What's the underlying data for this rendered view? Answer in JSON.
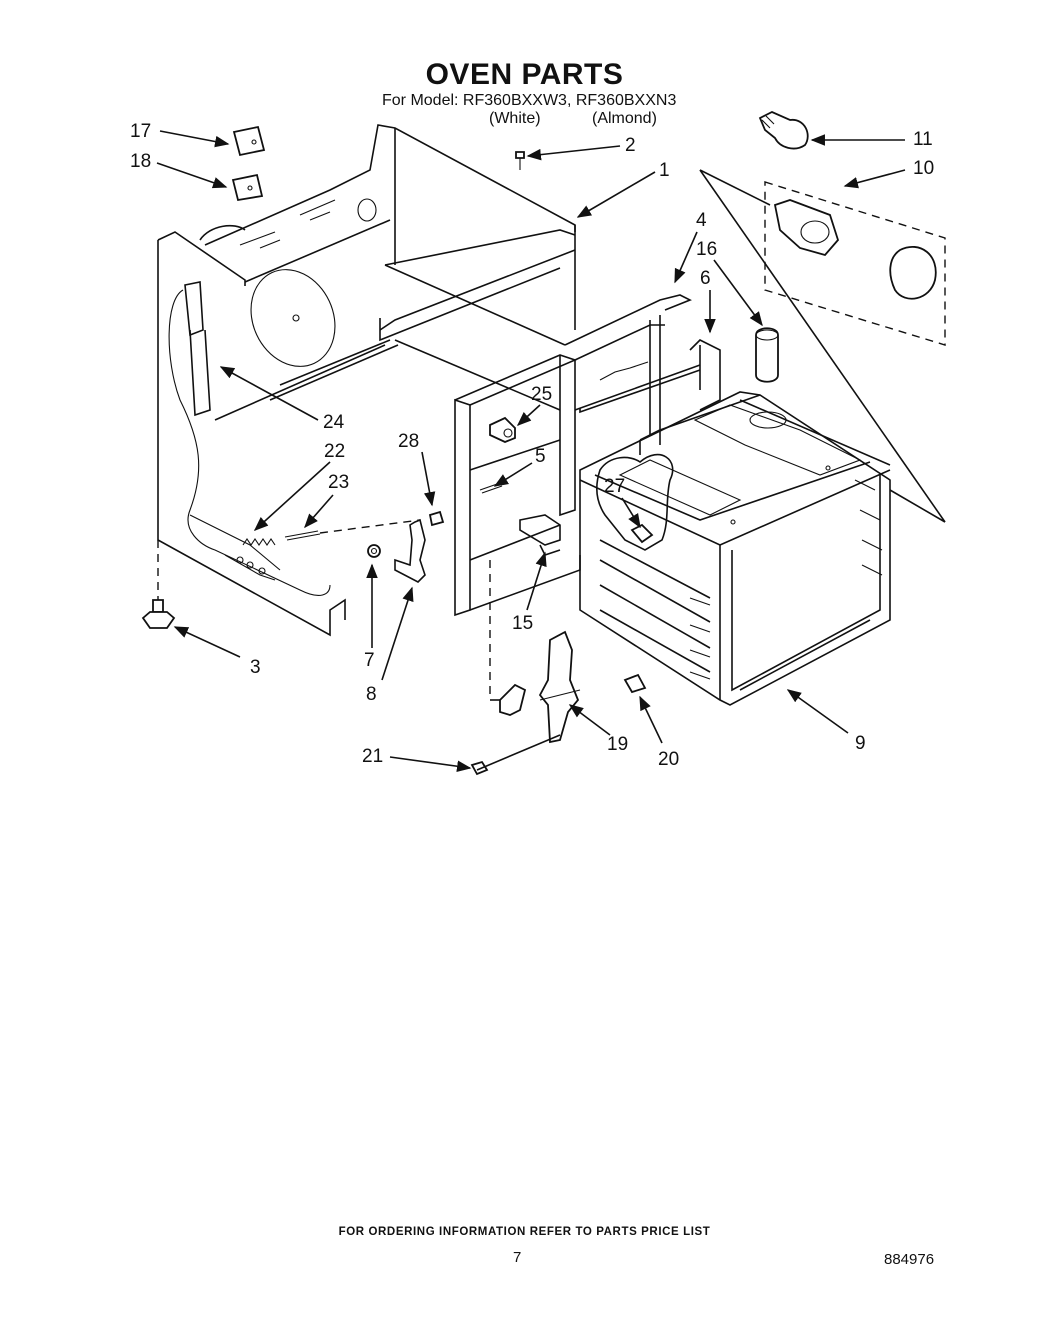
{
  "header": {
    "title": "OVEN PARTS",
    "model_line": "For Model: RF360BXXW3, RF360BXXN3",
    "color_white": "(White)",
    "color_almond": "(Almond)"
  },
  "callouts": [
    "1",
    "2",
    "3",
    "4",
    "5",
    "6",
    "7",
    "8",
    "9",
    "10",
    "11",
    "15",
    "16",
    "17",
    "18",
    "19",
    "20",
    "21",
    "22",
    "23",
    "24",
    "25",
    "27",
    "28"
  ],
  "footer": {
    "ordering_note": "FOR ORDERING INFORMATION REFER TO PARTS PRICE LIST",
    "page_number": "7",
    "document_number": "884976"
  }
}
